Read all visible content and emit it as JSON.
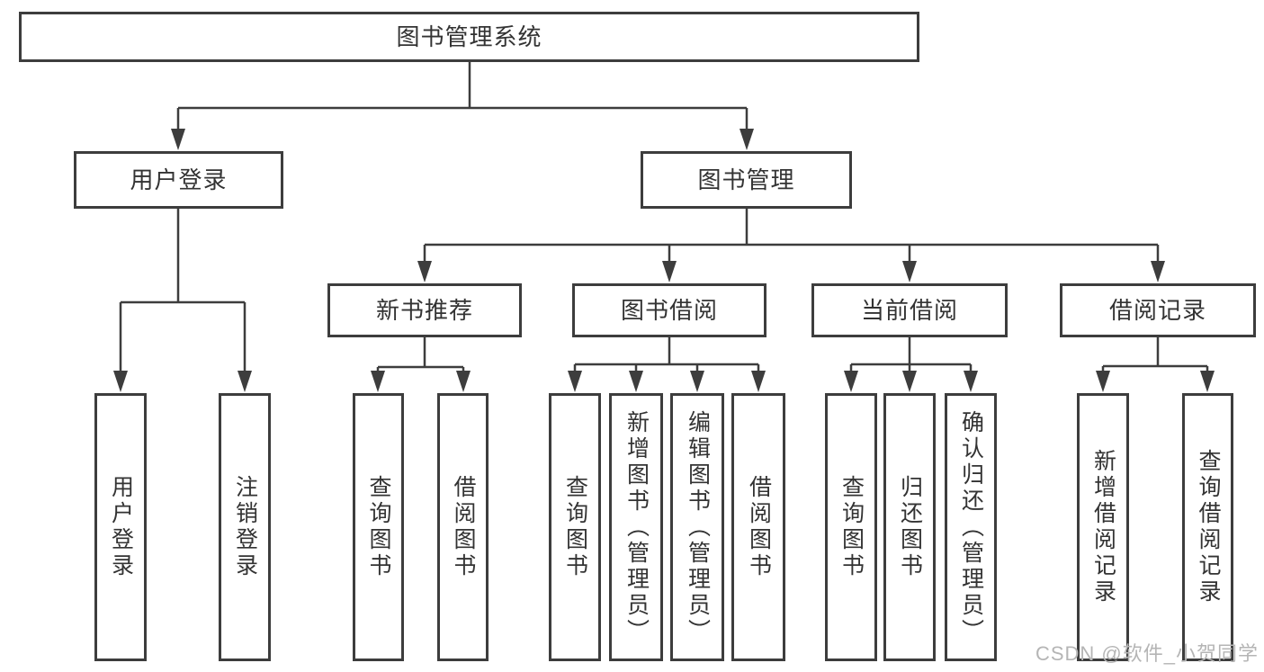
{
  "diagram": {
    "root": "图书管理系统",
    "branches": {
      "user_login": "用户登录",
      "book_management": "图书管理"
    },
    "modules": {
      "new_book_recommend": "新书推荐",
      "book_borrowing": "图书借阅",
      "current_borrowing": "当前借阅",
      "borrowing_records": "借阅记录"
    },
    "leaves": {
      "user_login": "用户登录",
      "logout": "注销登录",
      "nbr_query_books": "查询图书",
      "nbr_borrow_books": "借阅图书",
      "bb_query_books": "查询图书",
      "bb_add_books": "新增图书（管理员）",
      "bb_edit_books": "编辑图书（管理员）",
      "bb_borrow_books": "借阅图书",
      "cb_query_books": "查询图书",
      "cb_return_books": "归还图书",
      "cb_confirm_return": "确认归还（管理员）",
      "br_add_record": "新增借阅记录",
      "br_query_record": "查询借阅记录"
    }
  },
  "watermark": "CSDN @软件_小贺同学",
  "colors": {
    "line": "#3d3d3d",
    "box_border": "#3d3d3d",
    "text": "#333333",
    "background": "#ffffff",
    "watermark": "#b5b5b5"
  }
}
